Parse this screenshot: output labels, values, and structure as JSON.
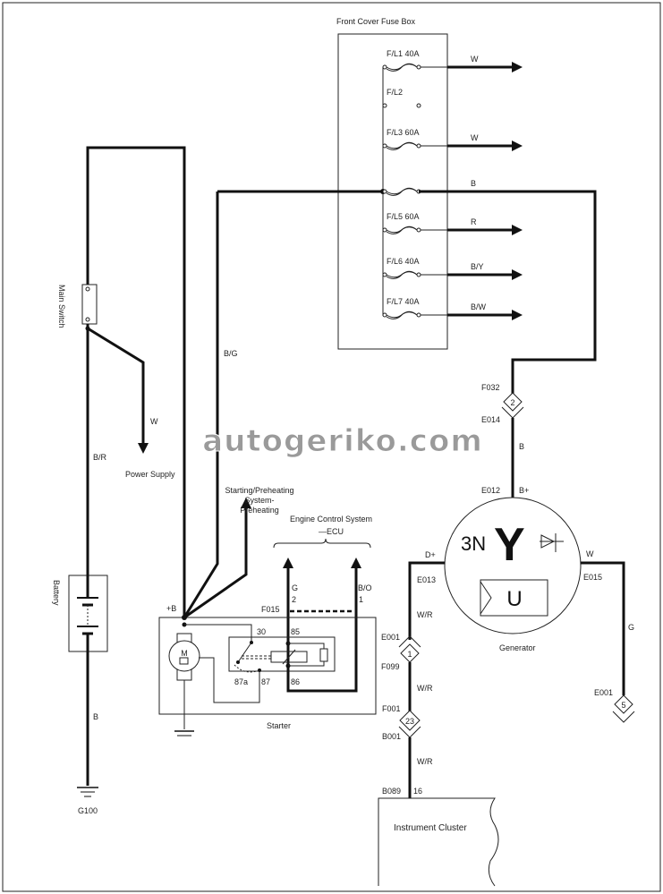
{
  "fuse_box": {
    "title": "Front Cover Fuse Box",
    "fuses": [
      {
        "label": "F/L1 40A",
        "wire": "W"
      },
      {
        "label": "F/L2",
        "wire": ""
      },
      {
        "label": "F/L3 60A",
        "wire": "W"
      },
      {
        "label": "",
        "wire": "B"
      },
      {
        "label": "F/L5 60A",
        "wire": "R"
      },
      {
        "label": "F/L6 40A",
        "wire": "B/Y"
      },
      {
        "label": "F/L7 40A",
        "wire": "B/W"
      }
    ]
  },
  "main_switch": {
    "label": "Main Switch",
    "wire_out": "W",
    "power_supply": "Power Supply",
    "wire_br": "B/R"
  },
  "battery": {
    "label": "Battery",
    "wire": "B",
    "ground": "G100"
  },
  "bg_wire": "B/G",
  "starting": {
    "line1": "Starting/Preheating",
    "line2": "System-",
    "line3": "Preheating"
  },
  "ecu": {
    "line1": "Engine Control System",
    "line2": "—ECU",
    "wire_g": "G",
    "wire_bo": "B/O",
    "pin2": "2",
    "pin1": "1",
    "connector": "F015"
  },
  "starter": {
    "label": "Starter",
    "plus_b": "+B",
    "motor": "M",
    "pins": {
      "p30": "30",
      "p85": "85",
      "p87a": "87a",
      "p87": "87",
      "p86": "86"
    }
  },
  "generator": {
    "label": "Generator",
    "symbol_3n": "3N",
    "symbol_y": "Y",
    "symbol_u": "U",
    "f032": "F032",
    "conn2": "2",
    "e014": "E014",
    "wire_b": "B",
    "e012": "E012",
    "bplus": "B+",
    "dplus": "D+",
    "e013": "E013",
    "w": "W",
    "e015": "E015",
    "wire_g": "G",
    "e001b": "E001",
    "conn5": "5"
  },
  "cluster_path": {
    "wr1": "W/R",
    "e001": "E001",
    "conn1": "1",
    "f099": "F099",
    "wr2": "W/R",
    "f001": "F001",
    "conn23": "23",
    "b001": "B001",
    "wr3": "W/R",
    "b089": "B089",
    "pin16": "16"
  },
  "instrument_cluster": "Instrument Cluster",
  "watermark": "autogeriko.com"
}
